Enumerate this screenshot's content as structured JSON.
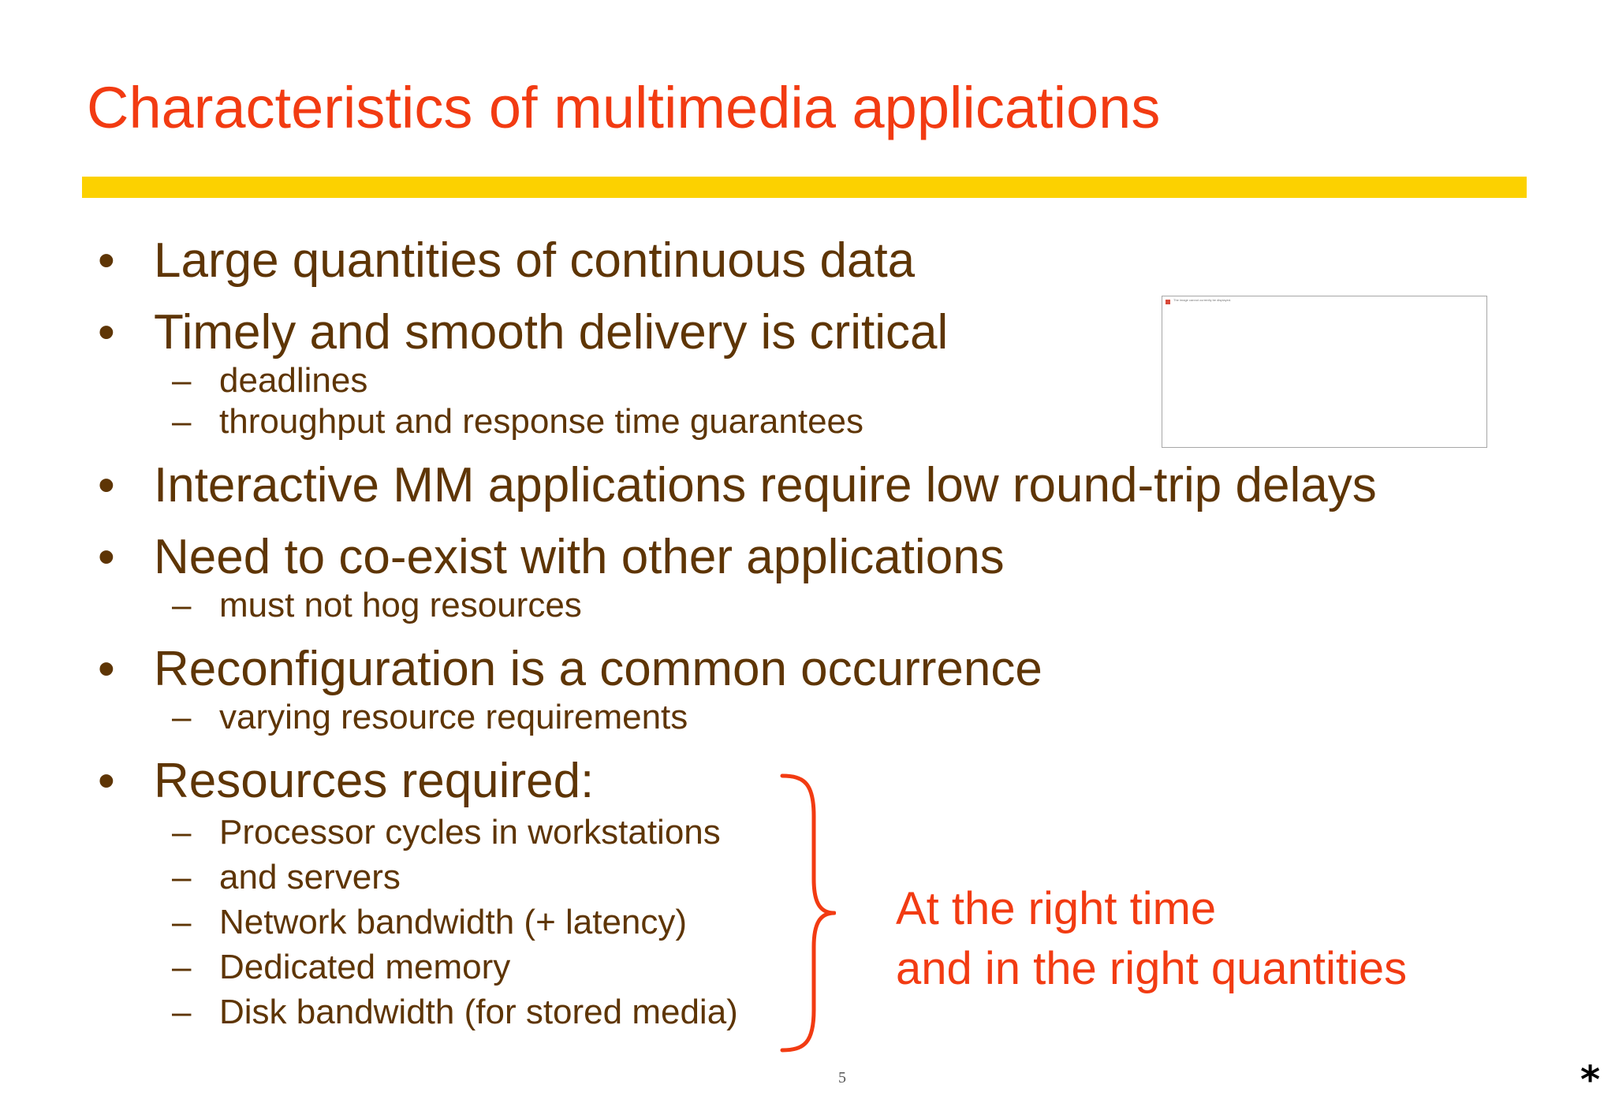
{
  "slide": {
    "title": "Characteristics of multimedia applications",
    "page_number": "5",
    "corner_symbol": "*",
    "image_placeholder": {
      "text": "The image cannot currently be displayed."
    },
    "bullet_symbol": "•",
    "dash_symbol": "–",
    "bullets": [
      {
        "text": "Large quantities of continuous data",
        "sub": []
      },
      {
        "text": "Timely and smooth delivery is critical",
        "sub": [
          "deadlines",
          "throughput and response time guarantees"
        ]
      },
      {
        "text": "Interactive MM applications require low round-trip delays",
        "sub": []
      },
      {
        "text": "Need to co-exist with other applications",
        "sub": [
          "must not hog resources"
        ]
      },
      {
        "text": "Reconfiguration is a common occurrence",
        "sub": [
          "varying resource requirements"
        ]
      },
      {
        "text": "Resources required:",
        "sub": [
          "Processor cycles in workstations",
          "and servers",
          "Network bandwidth (+ latency)",
          "Dedicated memory",
          "Disk bandwidth (for stored media)"
        ]
      }
    ],
    "callout": [
      "At the right time",
      "and in the right quantities"
    ],
    "colors": {
      "title": "#f23b12",
      "body_text": "#5e3505",
      "title_bar": "#fcd100",
      "callout": "#f23b12"
    }
  }
}
